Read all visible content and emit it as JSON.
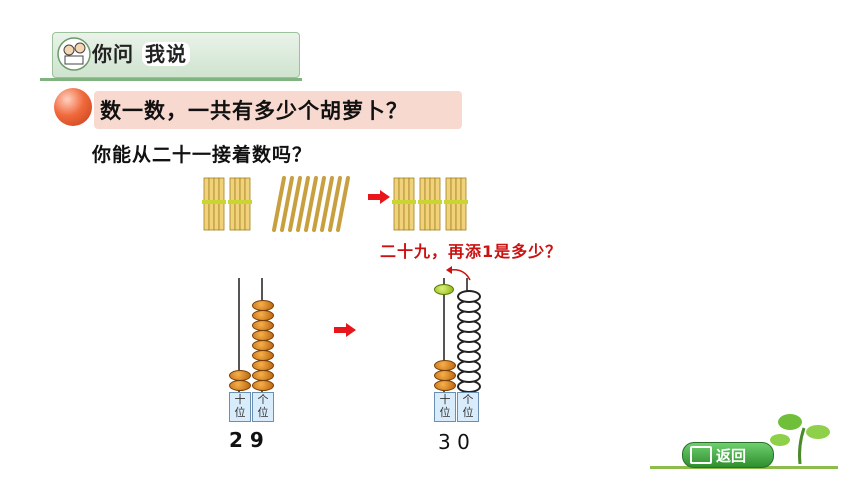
{
  "header": {
    "label_part1": "你问",
    "label_part2": "我说"
  },
  "question": {
    "text": "数一数，一共有多少个胡萝卜？",
    "sub_text": "你能从二十一接着数吗？"
  },
  "annotation": {
    "text": "二十九，再添1是多少？"
  },
  "abacus_left": {
    "tens_label": "十\n位",
    "ones_label": "个\n位",
    "tens_beads": 2,
    "ones_beads": 9,
    "digits": "2 9"
  },
  "abacus_right": {
    "tens_label": "十\n位",
    "ones_label": "个\n位",
    "tens_beads": 3,
    "ones_beads_empty": 10,
    "digits": "3 0"
  },
  "footer": {
    "back_label": "返回"
  },
  "colors": {
    "accent_red": "#cc1111",
    "bead_orange": "#d9800f",
    "bar_pink": "#f7d9cf",
    "green": "#3f9f3f"
  },
  "icons": [
    "people-reading-icon",
    "red-ball-icon",
    "stick-bundle-icon",
    "red-arrow-icon",
    "abacus-icon",
    "back-icon",
    "sprout-icon"
  ]
}
